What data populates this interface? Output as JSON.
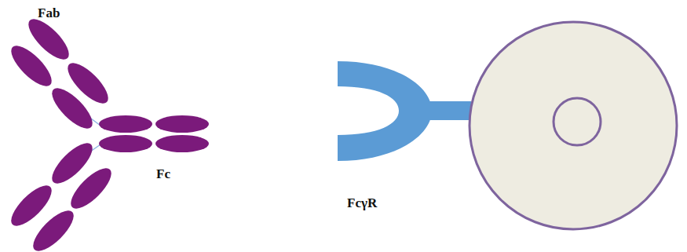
{
  "diagram": {
    "labels": [
      "Fab",
      "Fc",
      "FcγR"
    ]
  }
}
